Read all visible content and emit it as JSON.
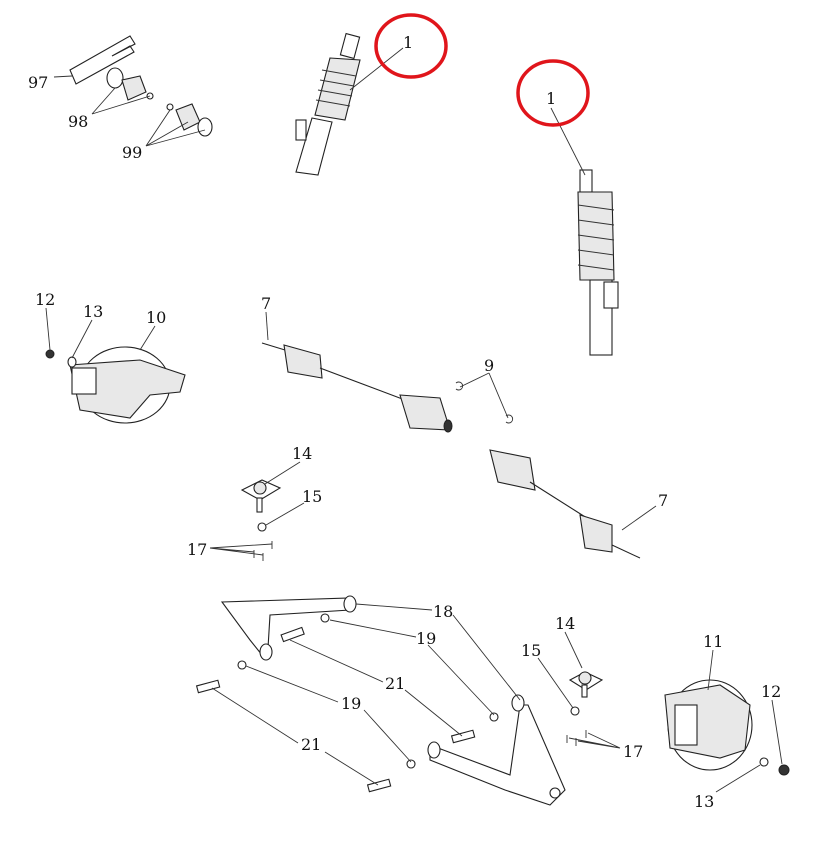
{
  "diagram": {
    "title": "Front suspension exploded parts diagram",
    "callouts": [
      {
        "id": "97",
        "text": "97"
      },
      {
        "id": "98",
        "text": "98"
      },
      {
        "id": "99",
        "text": "99"
      },
      {
        "id": "1a",
        "text": "1",
        "highlighted": true
      },
      {
        "id": "1b",
        "text": "1",
        "highlighted": true
      },
      {
        "id": "12a",
        "text": "12"
      },
      {
        "id": "13a",
        "text": "13"
      },
      {
        "id": "10",
        "text": "10"
      },
      {
        "id": "7a",
        "text": "7"
      },
      {
        "id": "9",
        "text": "9"
      },
      {
        "id": "7b",
        "text": "7"
      },
      {
        "id": "14a",
        "text": "14"
      },
      {
        "id": "15a",
        "text": "15"
      },
      {
        "id": "17a",
        "text": "17"
      },
      {
        "id": "18",
        "text": "18"
      },
      {
        "id": "19a",
        "text": "19"
      },
      {
        "id": "21a",
        "text": "21"
      },
      {
        "id": "19b",
        "text": "19"
      },
      {
        "id": "21b",
        "text": "21"
      },
      {
        "id": "14b",
        "text": "14"
      },
      {
        "id": "15b",
        "text": "15"
      },
      {
        "id": "17b",
        "text": "17"
      },
      {
        "id": "11",
        "text": "11"
      },
      {
        "id": "12b",
        "text": "12"
      },
      {
        "id": "13b",
        "text": "13"
      }
    ],
    "highlight_color": "#e0151b"
  }
}
